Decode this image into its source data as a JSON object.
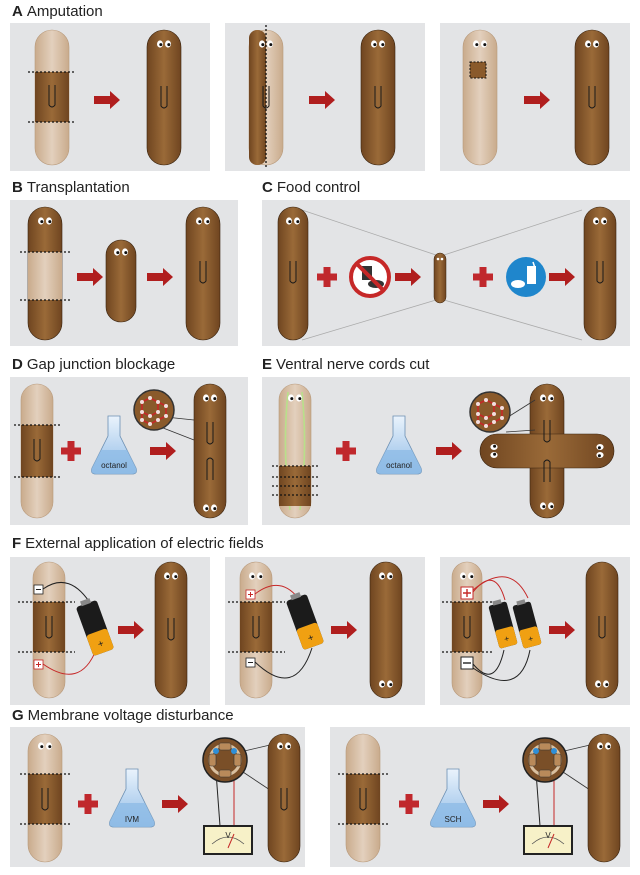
{
  "panels": [
    {
      "letter": "A",
      "title": "Amputation"
    },
    {
      "letter": "B",
      "title": "Transplantation"
    },
    {
      "letter": "C",
      "title": "Food control"
    },
    {
      "letter": "D",
      "title": "Gap junction blockage"
    },
    {
      "letter": "E",
      "title": "Ventral nerve cords cut"
    },
    {
      "letter": "F",
      "title": "External application of electric fields"
    },
    {
      "letter": "G",
      "title": "Membrane voltage disturbance"
    }
  ],
  "reagents": {
    "octanol": "octanol",
    "ivm": "IVM",
    "sch": "SCH",
    "voltmeter_unit": "V"
  },
  "colors": {
    "worm": "#8a5a2b",
    "worm_pale": "#d7bfa5",
    "arrow": "#b01e1e",
    "panel_bg": "#e3e4e6",
    "flask_liquid": "#9cc3e8",
    "food_icon_bg": "#1f86cc",
    "no_food_ring": "#c62828"
  },
  "icons": [
    "flask-icon",
    "no-food-icon",
    "food-icon",
    "battery-icon",
    "voltmeter-icon",
    "gap-junction-inset-icon",
    "plus-icon",
    "arrow-icon"
  ]
}
